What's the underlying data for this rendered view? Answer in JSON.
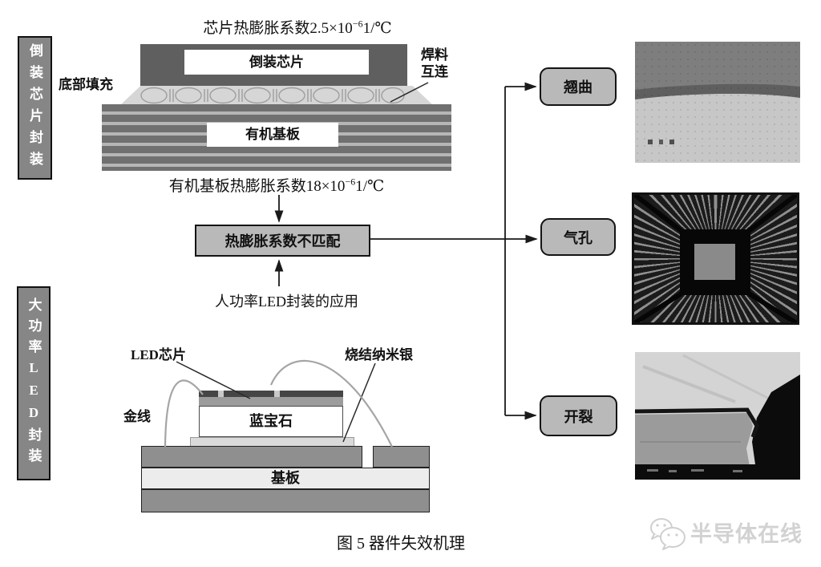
{
  "figure": {
    "caption": "图 5 器件失效机理",
    "watermark": "半导体在线"
  },
  "side_labels": {
    "flip_chip_package": "倒装芯片封装",
    "high_power_led_package": "大功率LED封装"
  },
  "flip_chip": {
    "chip_cte_base": "芯片热膨胀系数2.5×10",
    "chip_cte_exp": "−6",
    "chip_cte_unit": "1/℃",
    "die_label": "倒装芯片",
    "underfill_label": "底部填充",
    "solder_line1": "焊料",
    "solder_line2": "互连",
    "substrate_label": "有机基板",
    "substrate_cte_base": "有机基板热膨胀系数18×10",
    "substrate_cte_exp": "−6",
    "substrate_cte_unit": "1/℃"
  },
  "flow": {
    "mismatch_label": "热膨胀系数不匹配",
    "application_label": "人功率LED封装的应用",
    "outcomes": [
      {
        "label": "翘曲"
      },
      {
        "label": "气孔"
      },
      {
        "label": "开裂"
      }
    ]
  },
  "led_package": {
    "chip_label": "LED芯片",
    "silver_label": "烧结纳米银",
    "wire_label": "金线",
    "sapphire_label": "蓝宝石",
    "substrate_label": "基板"
  },
  "colors": {
    "flow_box_fill": "#b9b9b9",
    "side_label_fill": "#868686",
    "chip_dark": "#5f5f5f",
    "underfill": "#d6d6d6",
    "connector_line": "#1a1a1a"
  }
}
